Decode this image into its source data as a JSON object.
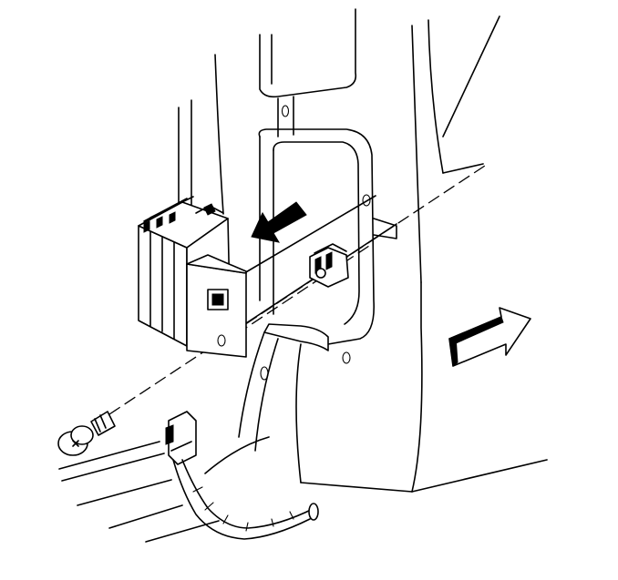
{
  "diagram": {
    "kind": "technical-line-illustration",
    "parts": [
      "pillar-panel",
      "mounting-bracket",
      "heat-sink-module",
      "mounting-plate",
      "connector-on-bracket",
      "bolt",
      "wiring-harness",
      "wire-connector",
      "install-direction-arrow",
      "forward-direction-arrow"
    ],
    "colors": {
      "line": "#000000",
      "background": "#ffffff"
    }
  }
}
